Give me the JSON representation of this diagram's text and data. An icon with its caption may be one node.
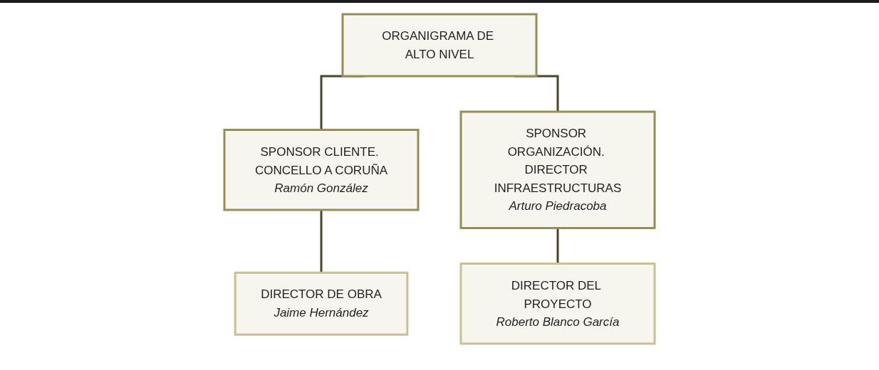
{
  "diagram": {
    "nodes": [
      {
        "text": [
          "ORGANIGRAMA DE ALTO NIVEL"
        ]
      },
      {
        "text": [
          "SPONSOR CLIENTE. CONCELLO A CORUÑA",
          "Ramón González"
        ]
      },
      {
        "text": [
          "SPONSOR ORGANIZACIÓN. DIRECTOR INFRAESTRUCTURAS",
          "Arturo Piedracoba"
        ]
      },
      {
        "text": [
          "DIRECTOR DE OBRA",
          "Jaime Hernández"
        ]
      },
      {
        "text": [
          "DIRECTOR DEL PROYECTO",
          "Roberto Blanco García"
        ]
      }
    ],
    "edges": [
      {
        "from": 0,
        "to": 1,
        "arrow": "none"
      },
      {
        "from": 0,
        "to": 2,
        "arrow": "none"
      },
      {
        "from": 1,
        "to": 3,
        "arrow": "none"
      },
      {
        "from": 2,
        "to": 4,
        "arrow": "none"
      }
    ]
  }
}
